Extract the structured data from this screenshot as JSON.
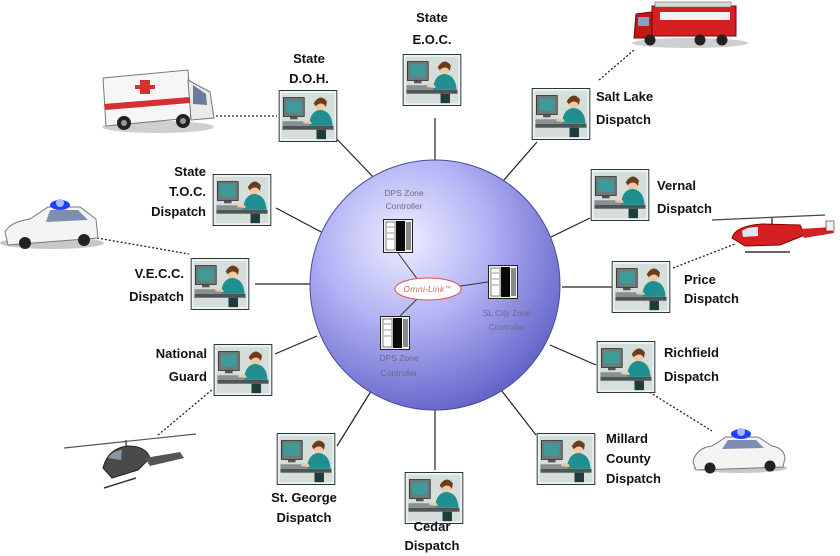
{
  "hub": {
    "link_label": "Omni-Link™",
    "controllers": [
      {
        "label_lines": [
          "DPS Zone",
          "Controller"
        ]
      },
      {
        "label_lines": [
          "SL City Zone",
          "Controller"
        ]
      },
      {
        "label_lines": [
          "DPS Zone",
          "Controller"
        ]
      }
    ]
  },
  "dispatch_nodes": [
    {
      "id": "state-eoc",
      "lines": [
        "State",
        "E.O.C."
      ]
    },
    {
      "id": "state-doh",
      "lines": [
        "State",
        "D.O.H."
      ]
    },
    {
      "id": "salt-lake-dispatch",
      "lines": [
        "Salt Lake",
        "Dispatch"
      ]
    },
    {
      "id": "state-toc-dispatch",
      "lines": [
        "State",
        "T.O.C.",
        "Dispatch"
      ]
    },
    {
      "id": "vernal-dispatch",
      "lines": [
        "Vernal",
        "Dispatch"
      ]
    },
    {
      "id": "vecc-dispatch",
      "lines": [
        "V.E.C.C.",
        "Dispatch"
      ]
    },
    {
      "id": "price-dispatch",
      "lines": [
        "Price",
        "Dispatch"
      ]
    },
    {
      "id": "national-guard",
      "lines": [
        "National",
        "Guard"
      ]
    },
    {
      "id": "richfield-dispatch",
      "lines": [
        "Richfield",
        "Dispatch"
      ]
    },
    {
      "id": "millard-county-dispatch",
      "lines": [
        "Millard",
        "County",
        "Dispatch"
      ]
    },
    {
      "id": "st-george-dispatch",
      "lines": [
        "St. George",
        "Dispatch"
      ]
    },
    {
      "id": "cedar-dispatch",
      "lines": [
        "Cedar",
        "Dispatch"
      ]
    }
  ],
  "vehicles": [
    {
      "id": "ambulance",
      "icon": "ambulance-icon"
    },
    {
      "id": "fire-truck",
      "icon": "fire-truck-icon"
    },
    {
      "id": "police-car-left",
      "icon": "police-car-icon"
    },
    {
      "id": "helicopter-red",
      "icon": "medical-helicopter-icon"
    },
    {
      "id": "helicopter-military",
      "icon": "military-helicopter-icon"
    },
    {
      "id": "police-car-right",
      "icon": "police-car-icon"
    }
  ],
  "colors": {
    "hub_fill": "#9c9cf0",
    "screen": "#3f9a9a",
    "operator_shirt": "#1f8f8f",
    "ambulance_stripe": "#d43030",
    "fire_truck": "#d42020",
    "police_light": "#2040ff"
  }
}
